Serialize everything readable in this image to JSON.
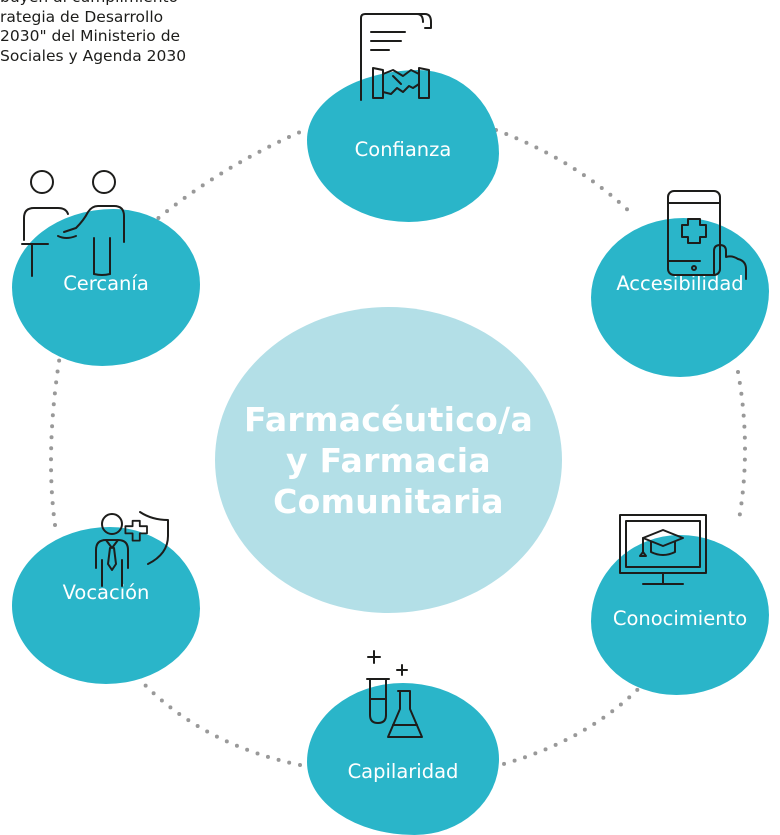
{
  "intro_text": "buyen al cumplimiento\nrategia de Desarrollo\n 2030\" del Ministerio de\nSociales y Agenda 2030",
  "center_label": "Farmacéutico/a\ny Farmacia\nComunitaria",
  "nodes": [
    {
      "label": "Confianza",
      "icon": "handshake-contract-icon"
    },
    {
      "label": "Accesibilidad",
      "icon": "smartphone-medical-icon"
    },
    {
      "label": "Conocimiento",
      "icon": "monitor-graduation-icon"
    },
    {
      "label": "Capilaridad",
      "icon": "lab-flask-icon"
    },
    {
      "label": "Vocación",
      "icon": "professional-shield-icon"
    },
    {
      "label": "Cercanía",
      "icon": "two-people-icon"
    }
  ],
  "colors": {
    "node_fill": "#2ab5c9",
    "center_fill": "#b3dfe7",
    "dots": "#999999",
    "icon_stroke": "#1d1d1b",
    "label_text": "#ffffff"
  }
}
